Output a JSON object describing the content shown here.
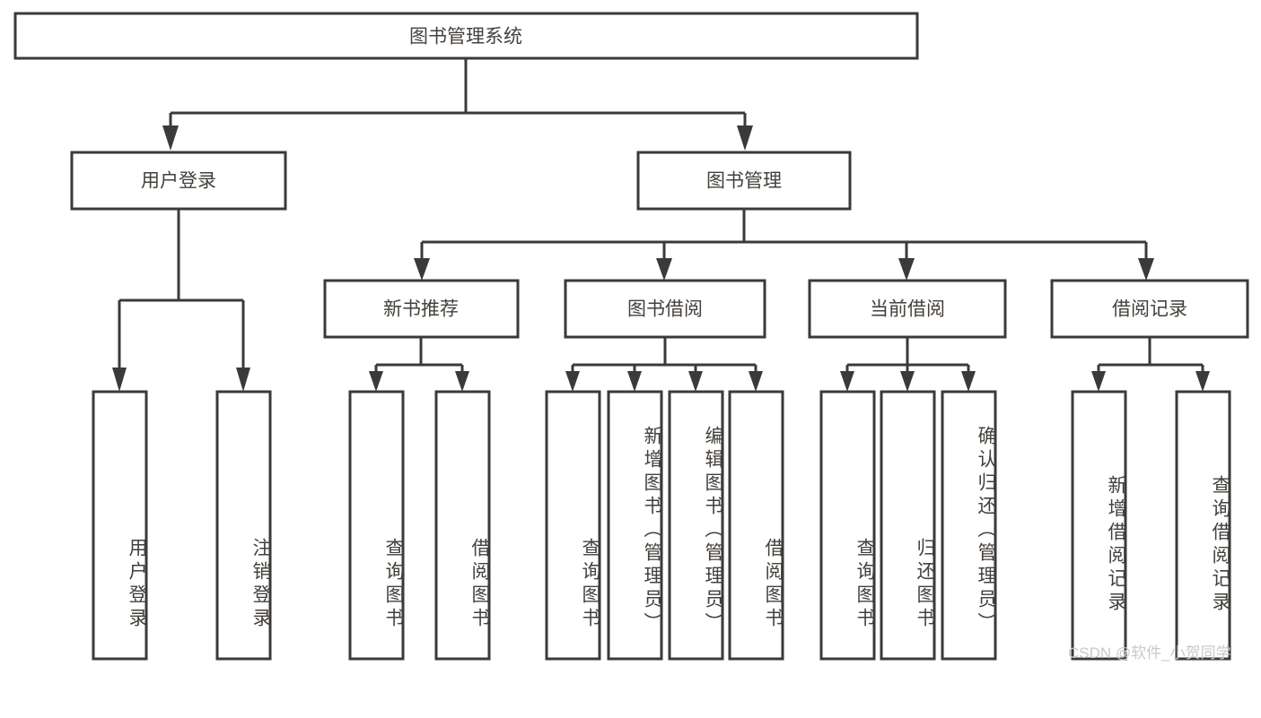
{
  "diagram": {
    "title": "图书管理系统",
    "type": "tree-hierarchy",
    "watermark": "CSDN @软件_小贺同学",
    "colors": {
      "stroke": "#3a3a3a",
      "box_fill": "#ffffff",
      "text": "#44403c",
      "background": "#ffffff",
      "watermark": "#c9c9c9"
    },
    "root": {
      "label": "图书管理系统"
    },
    "level2": [
      {
        "label": "用户登录"
      },
      {
        "label": "图书管理"
      }
    ],
    "level3": [
      {
        "label": "新书推荐"
      },
      {
        "label": "图书借阅"
      },
      {
        "label": "当前借阅"
      },
      {
        "label": "借阅记录"
      }
    ],
    "leaves": {
      "user_login": [
        {
          "label": "用户登录"
        },
        {
          "label": "注销登录"
        }
      ],
      "new_book_recommend": [
        {
          "label": "查询图书"
        },
        {
          "label": "借阅图书"
        }
      ],
      "book_borrow": [
        {
          "label": "查询图书"
        },
        {
          "label": "新增图书（管理员）"
        },
        {
          "label": "编辑图书（管理员）"
        },
        {
          "label": "借阅图书"
        }
      ],
      "current_borrow": [
        {
          "label": "查询图书"
        },
        {
          "label": "归还图书"
        },
        {
          "label": "确认归还（管理员）"
        }
      ],
      "borrow_record": [
        {
          "label": "新增借阅记录"
        },
        {
          "label": "查询借阅记录"
        }
      ]
    }
  }
}
